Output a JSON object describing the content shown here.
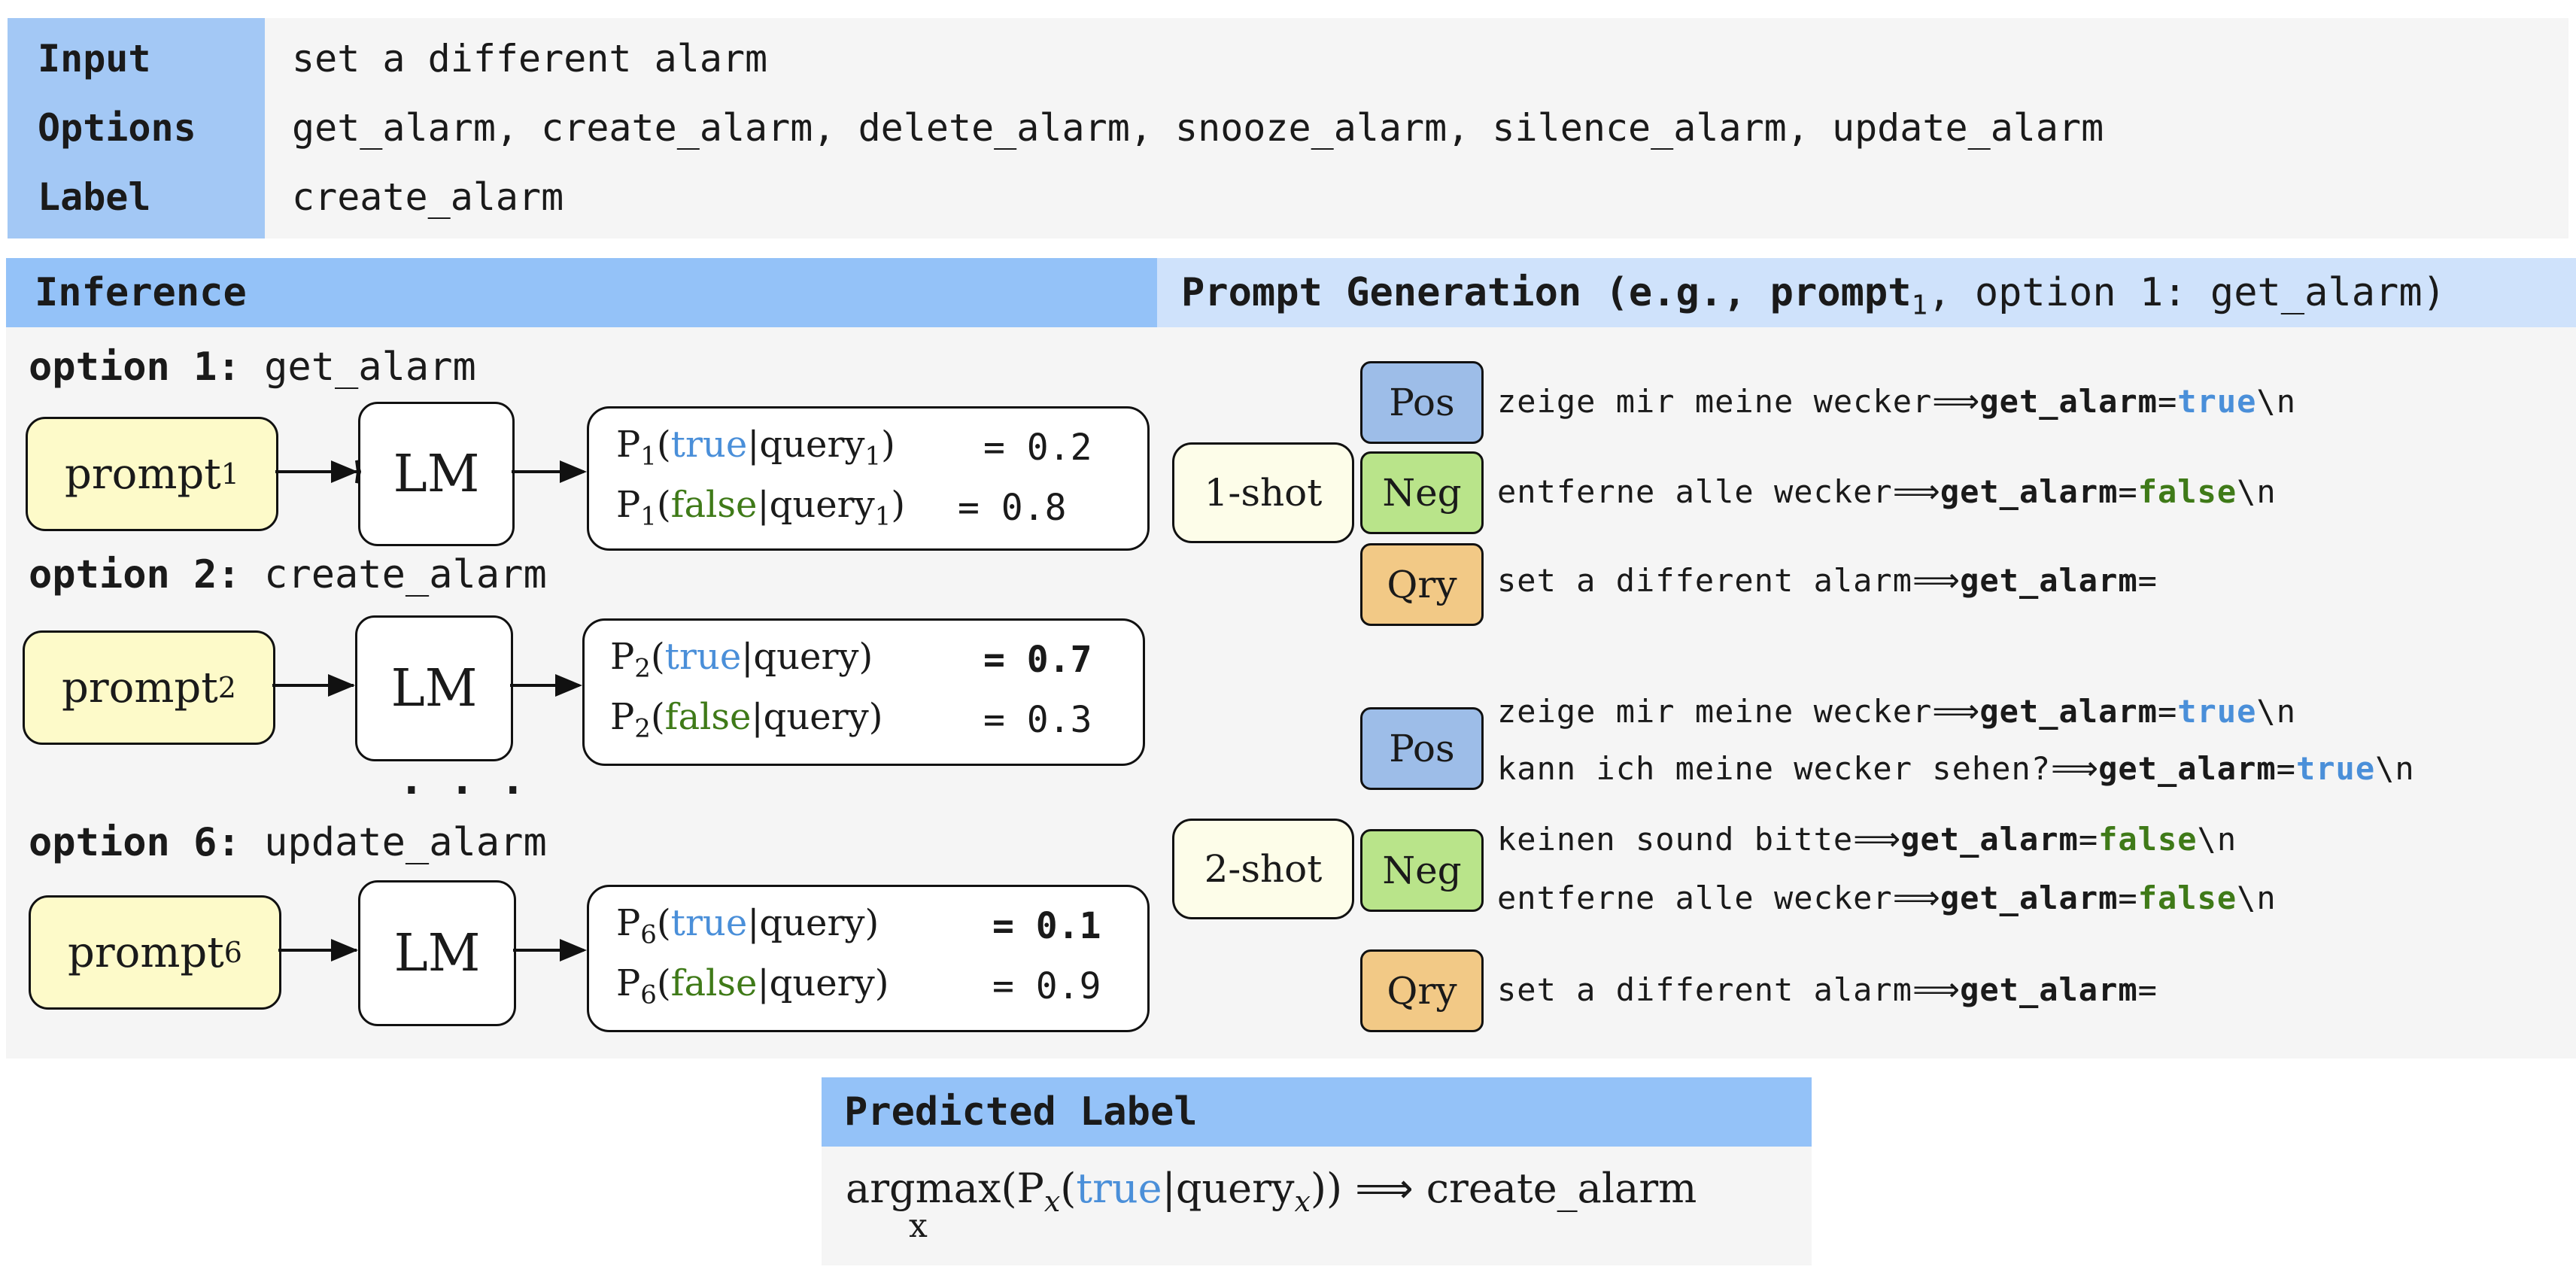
{
  "task": {
    "input_key": "Input",
    "input_val": "set a different alarm",
    "options_key": "Options",
    "options_val": "get_alarm, create_alarm, delete_alarm, snooze_alarm, silence_alarm, update_alarm",
    "label_key": "Label",
    "label_val": "create_alarm"
  },
  "inference": {
    "header": "Inference",
    "options": [
      {
        "title_key": "option 1:",
        "title_val": "get_alarm",
        "prompt": "prompt",
        "prompt_sub": "1",
        "lm": "LM",
        "p": "P",
        "p_sub": "1",
        "true_kw": "true",
        "false_kw": "false",
        "query": "query",
        "query_sub": "1",
        "true_val": "= 0.2",
        "false_val": "= 0.8"
      },
      {
        "title_key": "option 2:",
        "title_val": "create_alarm",
        "prompt": "prompt",
        "prompt_sub": "2",
        "lm": "LM",
        "p": "P",
        "p_sub": "2",
        "true_kw": "true",
        "false_kw": "false",
        "query": "query",
        "query_sub": "",
        "true_val": "= 0.7",
        "false_val": "= 0.3"
      },
      {
        "title_key": "option 6:",
        "title_val": "update_alarm",
        "prompt": "prompt",
        "prompt_sub": "6",
        "lm": "LM",
        "p": "P",
        "p_sub": "6",
        "true_kw": "true",
        "false_kw": "false",
        "query": "query",
        "query_sub": "",
        "true_val": "= 0.1",
        "false_val": "= 0.9"
      }
    ],
    "ellipsis": ". . ."
  },
  "prompt_generation": {
    "header_main": "Prompt Generation (e.g., prompt",
    "header_sub": "1",
    "header_tail": ", option 1: get_alarm)",
    "arrow": "⟹",
    "eq": "=",
    "newline": "\\n",
    "one_shot": {
      "label": "1-shot",
      "pos_tag": "Pos",
      "neg_tag": "Neg",
      "qry_tag": "Qry",
      "pos": [
        {
          "text": "zeige mir meine wecker",
          "label": "get_alarm",
          "value": "true"
        }
      ],
      "neg": [
        {
          "text": "entferne alle wecker",
          "label": "get_alarm",
          "value": "false"
        }
      ],
      "qry": {
        "text": "set a different alarm",
        "label": "get_alarm"
      }
    },
    "two_shot": {
      "label": "2-shot",
      "pos_tag": "Pos",
      "neg_tag": "Neg",
      "qry_tag": "Qry",
      "pos": [
        {
          "text": "zeige mir meine wecker",
          "label": "get_alarm",
          "value": "true"
        },
        {
          "text": "kann ich meine wecker sehen?",
          "label": "get_alarm",
          "value": "true"
        }
      ],
      "neg": [
        {
          "text": "keinen sound bitte",
          "label": "get_alarm",
          "value": "false"
        },
        {
          "text": "entferne alle wecker",
          "label": "get_alarm",
          "value": "false"
        }
      ],
      "qry": {
        "text": "set a different alarm",
        "label": "get_alarm"
      }
    }
  },
  "predicted": {
    "header": "Predicted Label",
    "argmax": "argmax",
    "argmax_sub": "x",
    "p": "P",
    "p_sub": "x",
    "true_kw": "true",
    "query": "query",
    "query_sub": "x",
    "implies": "⟹",
    "result": "create_alarm"
  }
}
